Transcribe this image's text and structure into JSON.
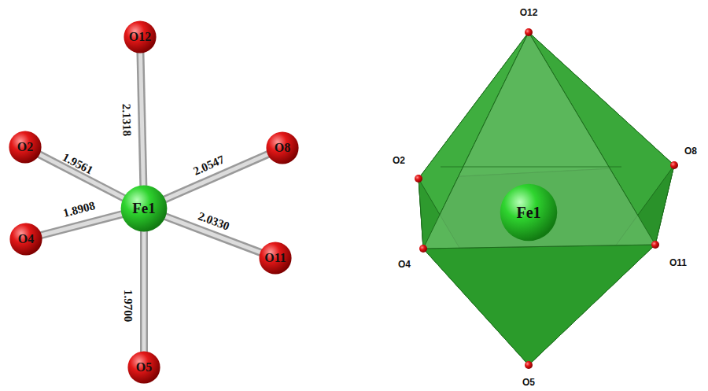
{
  "diagram": {
    "nodes": [
      {
        "text": [
          "Fe1"
        ]
      },
      {
        "text": [
          "O12"
        ]
      },
      {
        "text": [
          "O2"
        ]
      },
      {
        "text": [
          "O8"
        ]
      },
      {
        "text": [
          "O4"
        ]
      },
      {
        "text": [
          "O11"
        ]
      },
      {
        "text": [
          "O5"
        ]
      },
      {
        "text": [
          "Fe1"
        ]
      }
    ],
    "edges": [
      {
        "from": 0,
        "to": 1,
        "arrow": "none",
        "label": "2.1318"
      },
      {
        "from": 0,
        "to": 2,
        "arrow": "none",
        "label": "1.9561"
      },
      {
        "from": 0,
        "to": 3,
        "arrow": "none",
        "label": "2.0547"
      },
      {
        "from": 0,
        "to": 4,
        "arrow": "none",
        "label": "1.8908"
      },
      {
        "from": 0,
        "to": 5,
        "arrow": "none",
        "label": "2.0330"
      },
      {
        "from": 0,
        "to": 6,
        "arrow": "none",
        "label": "1.9700"
      }
    ],
    "labels": [
      "O12",
      "O2",
      "O8",
      "O4",
      "O11",
      "O5"
    ]
  }
}
